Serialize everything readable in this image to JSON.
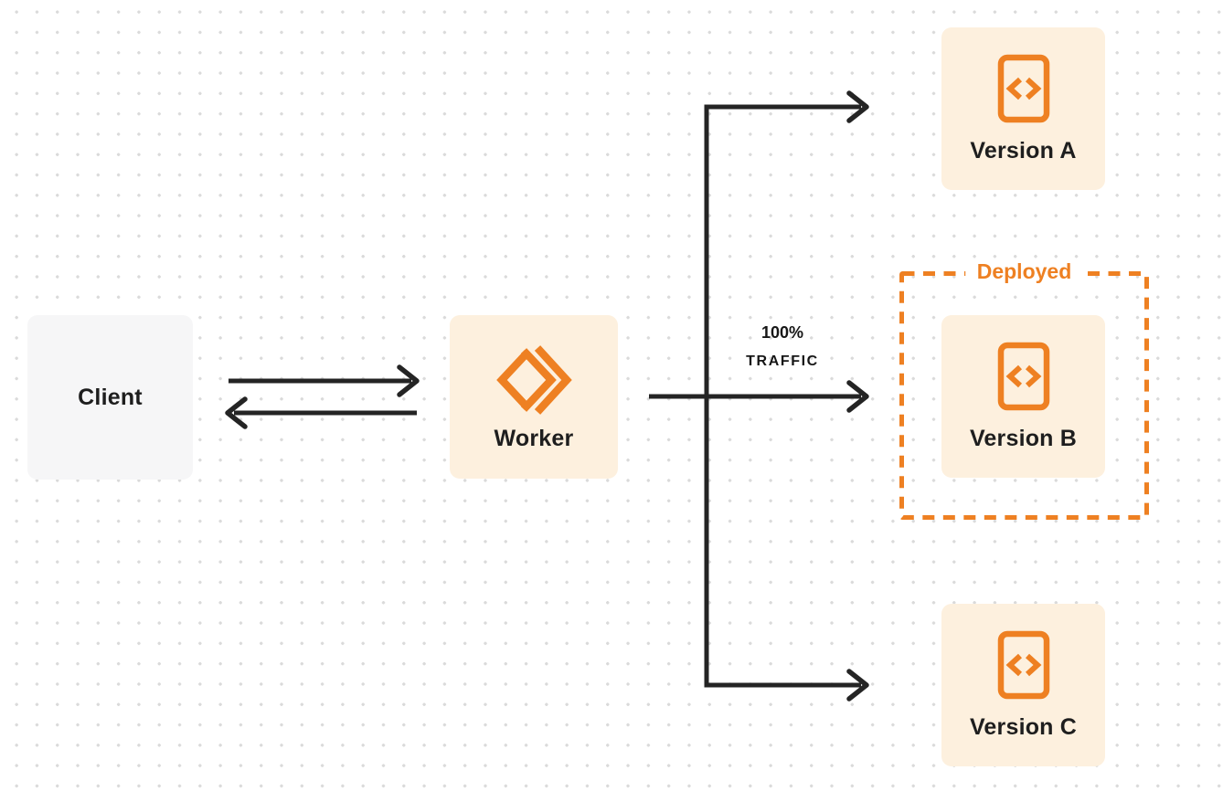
{
  "nodes": {
    "client": {
      "label": "Client"
    },
    "worker": {
      "label": "Worker"
    },
    "version_a": {
      "label": "Version A"
    },
    "version_b": {
      "label": "Version B"
    },
    "version_c": {
      "label": "Version C"
    }
  },
  "annotations": {
    "deployed_label": "Deployed",
    "traffic_percent": "100%",
    "traffic_word": "TRAFFIC"
  },
  "icons": {
    "worker_logo": "cloudflare-workers-logo",
    "version_icon": "code-file"
  },
  "colors": {
    "accent_orange": "#EE8022",
    "node_cream": "#FDF0DE",
    "node_gray": "#F6F6F7",
    "line_dark": "#242424",
    "text_dark": "#1E1E1E",
    "dot_gray": "#DADADA",
    "background": "#FFFFFF"
  }
}
